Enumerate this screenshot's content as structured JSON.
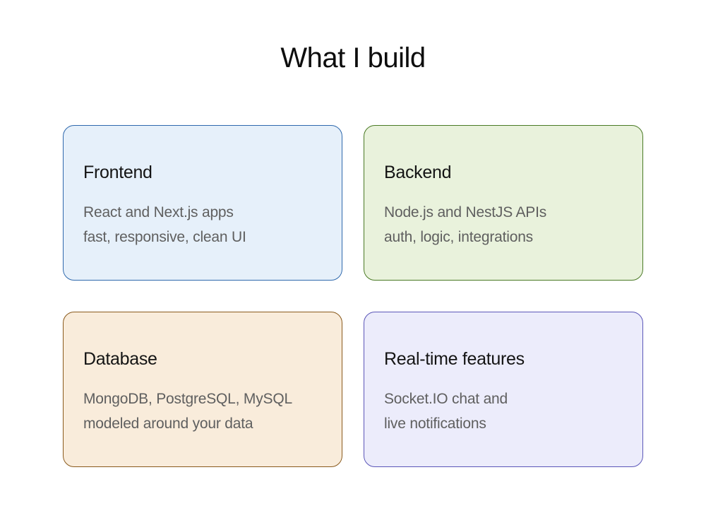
{
  "page": {
    "title": "What I build"
  },
  "cards": [
    {
      "title": "Frontend",
      "lines": [
        "React and Next.js apps",
        "fast, responsive, clean UI"
      ],
      "colors": {
        "background": "#e6f0fa",
        "border": "#2f69ad"
      }
    },
    {
      "title": "Backend",
      "lines": [
        "Node.js and NestJS APIs",
        "auth, logic, integrations"
      ],
      "colors": {
        "background": "#e9f2dc",
        "border": "#4a7a25"
      }
    },
    {
      "title": "Database",
      "lines": [
        "MongoDB, PostgreSQL, MySQL",
        "modeled around your data"
      ],
      "colors": {
        "background": "#f9ecdb",
        "border": "#8a5a1c"
      }
    },
    {
      "title": "Real-time features",
      "lines": [
        "Socket.IO chat and",
        "live notifications"
      ],
      "colors": {
        "background": "#ececfb",
        "border": "#5b56b8"
      }
    }
  ]
}
